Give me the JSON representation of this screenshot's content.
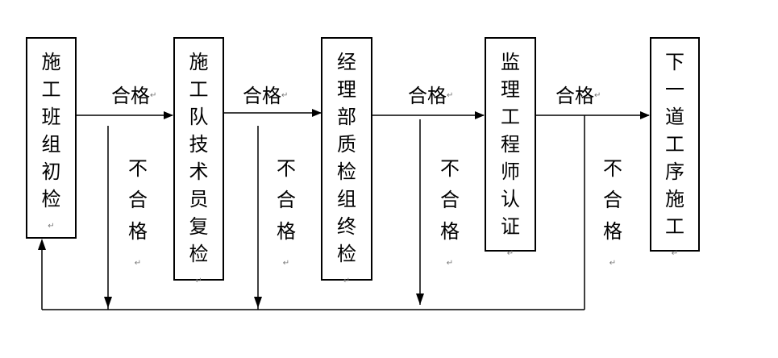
{
  "steps": [
    {
      "chars": [
        "施",
        "工",
        "班",
        "组",
        "初",
        "检"
      ]
    },
    {
      "chars": [
        "施",
        "工",
        "队",
        "技",
        "术",
        "员",
        "复",
        "检"
      ]
    },
    {
      "chars": [
        "经",
        "理",
        "部",
        "质",
        "检",
        "组",
        "终",
        "检"
      ]
    },
    {
      "chars": [
        "监",
        "理",
        "工",
        "程",
        "师",
        "认",
        "证"
      ]
    },
    {
      "chars": [
        "下",
        "一",
        "道",
        "工",
        "序",
        "施",
        "工"
      ]
    }
  ],
  "pass_label": "合格",
  "fail_chars": [
    "不",
    "合",
    "格"
  ],
  "paragraph_mark": "↵"
}
